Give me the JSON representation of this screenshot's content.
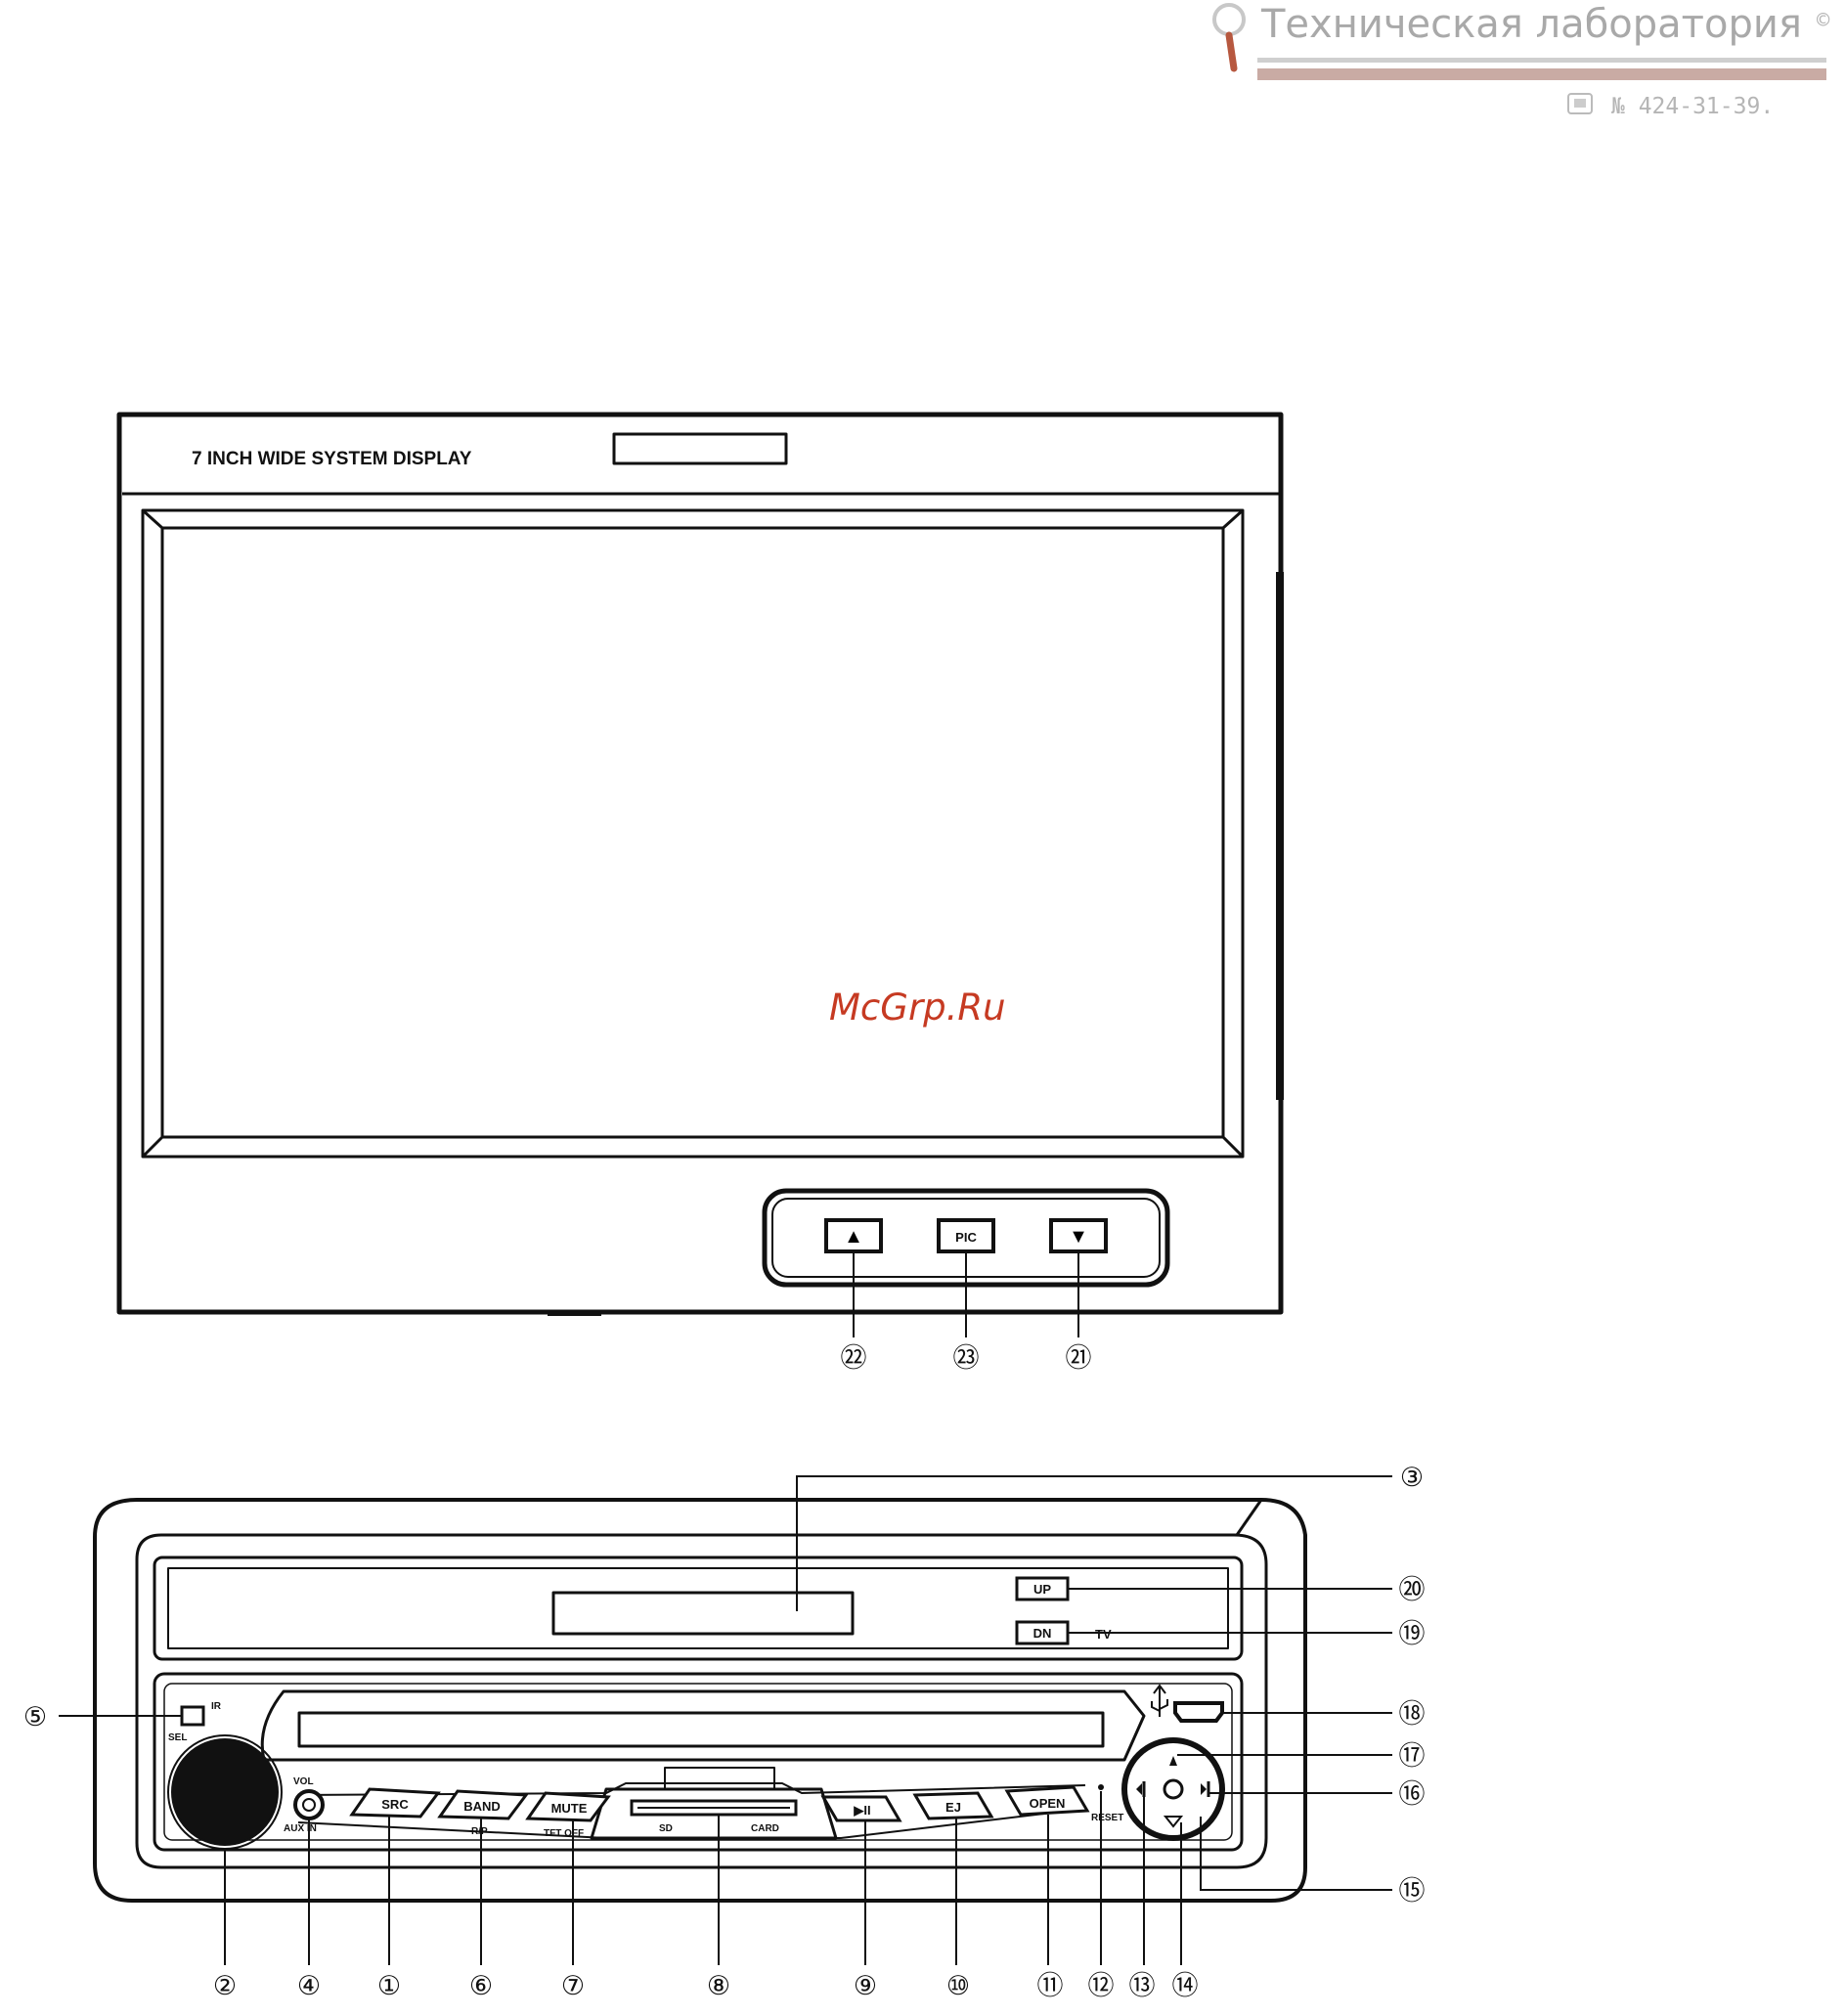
{
  "watermark": {
    "title": "Техническая лаборатория",
    "copyright": "©",
    "phone": "№ 424-31-39.",
    "site": "McGrp.Ru"
  },
  "monitor": {
    "heading": "7 INCH WIDE SYSTEM DISPLAY",
    "buttons": {
      "up_symbol": "▲",
      "pic": "PIC",
      "down_symbol": "▼"
    },
    "callouts": {
      "up": "㉒",
      "pic": "㉓",
      "down": "㉑"
    }
  },
  "panel": {
    "buttons": {
      "src": "SRC",
      "band": "BAND",
      "band_sub": "R/P",
      "mute": "MUTE",
      "mute_sub": "TFT OFF",
      "play": "▶II",
      "ej": "EJ",
      "open": "OPEN",
      "up": "UP",
      "dn": "DN",
      "tv": "TV"
    },
    "labels": {
      "ir": "IR",
      "sel": "SEL",
      "vol": "VOL",
      "aux": "AUX IN",
      "sd": "SD",
      "card": "CARD",
      "reset": "RESET"
    },
    "callouts": {
      "c1": "①",
      "c2": "②",
      "c3": "③",
      "c4": "④",
      "c5": "⑤",
      "c6": "⑥",
      "c7": "⑦",
      "c8": "⑧",
      "c9": "⑨",
      "c10": "⑩",
      "c11": "⑪",
      "c12": "⑫",
      "c13": "⑬",
      "c14": "⑭",
      "c15": "⑮",
      "c16": "⑯",
      "c17": "⑰",
      "c18": "⑱",
      "c19": "⑲",
      "c20": "⑳"
    }
  }
}
